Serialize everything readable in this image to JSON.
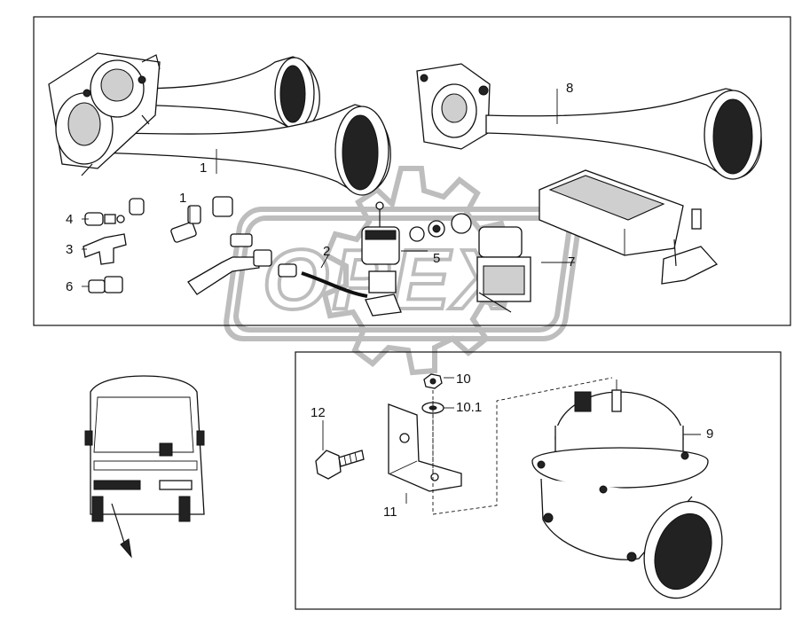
{
  "watermark": {
    "text": "OPEX"
  },
  "callouts": [
    {
      "id": "c1a",
      "text": "1"
    },
    {
      "id": "c8",
      "text": "8"
    },
    {
      "id": "c1b",
      "text": "1"
    },
    {
      "id": "c4",
      "text": "4"
    },
    {
      "id": "c3",
      "text": "3"
    },
    {
      "id": "c6",
      "text": "6"
    },
    {
      "id": "c2",
      "text": "2"
    },
    {
      "id": "c5",
      "text": "5"
    },
    {
      "id": "c7",
      "text": "7"
    },
    {
      "id": "c10",
      "text": "10"
    },
    {
      "id": "c101",
      "text": "10.1"
    },
    {
      "id": "c12",
      "text": "12"
    },
    {
      "id": "c9",
      "text": "9"
    },
    {
      "id": "c11",
      "text": "11"
    }
  ]
}
